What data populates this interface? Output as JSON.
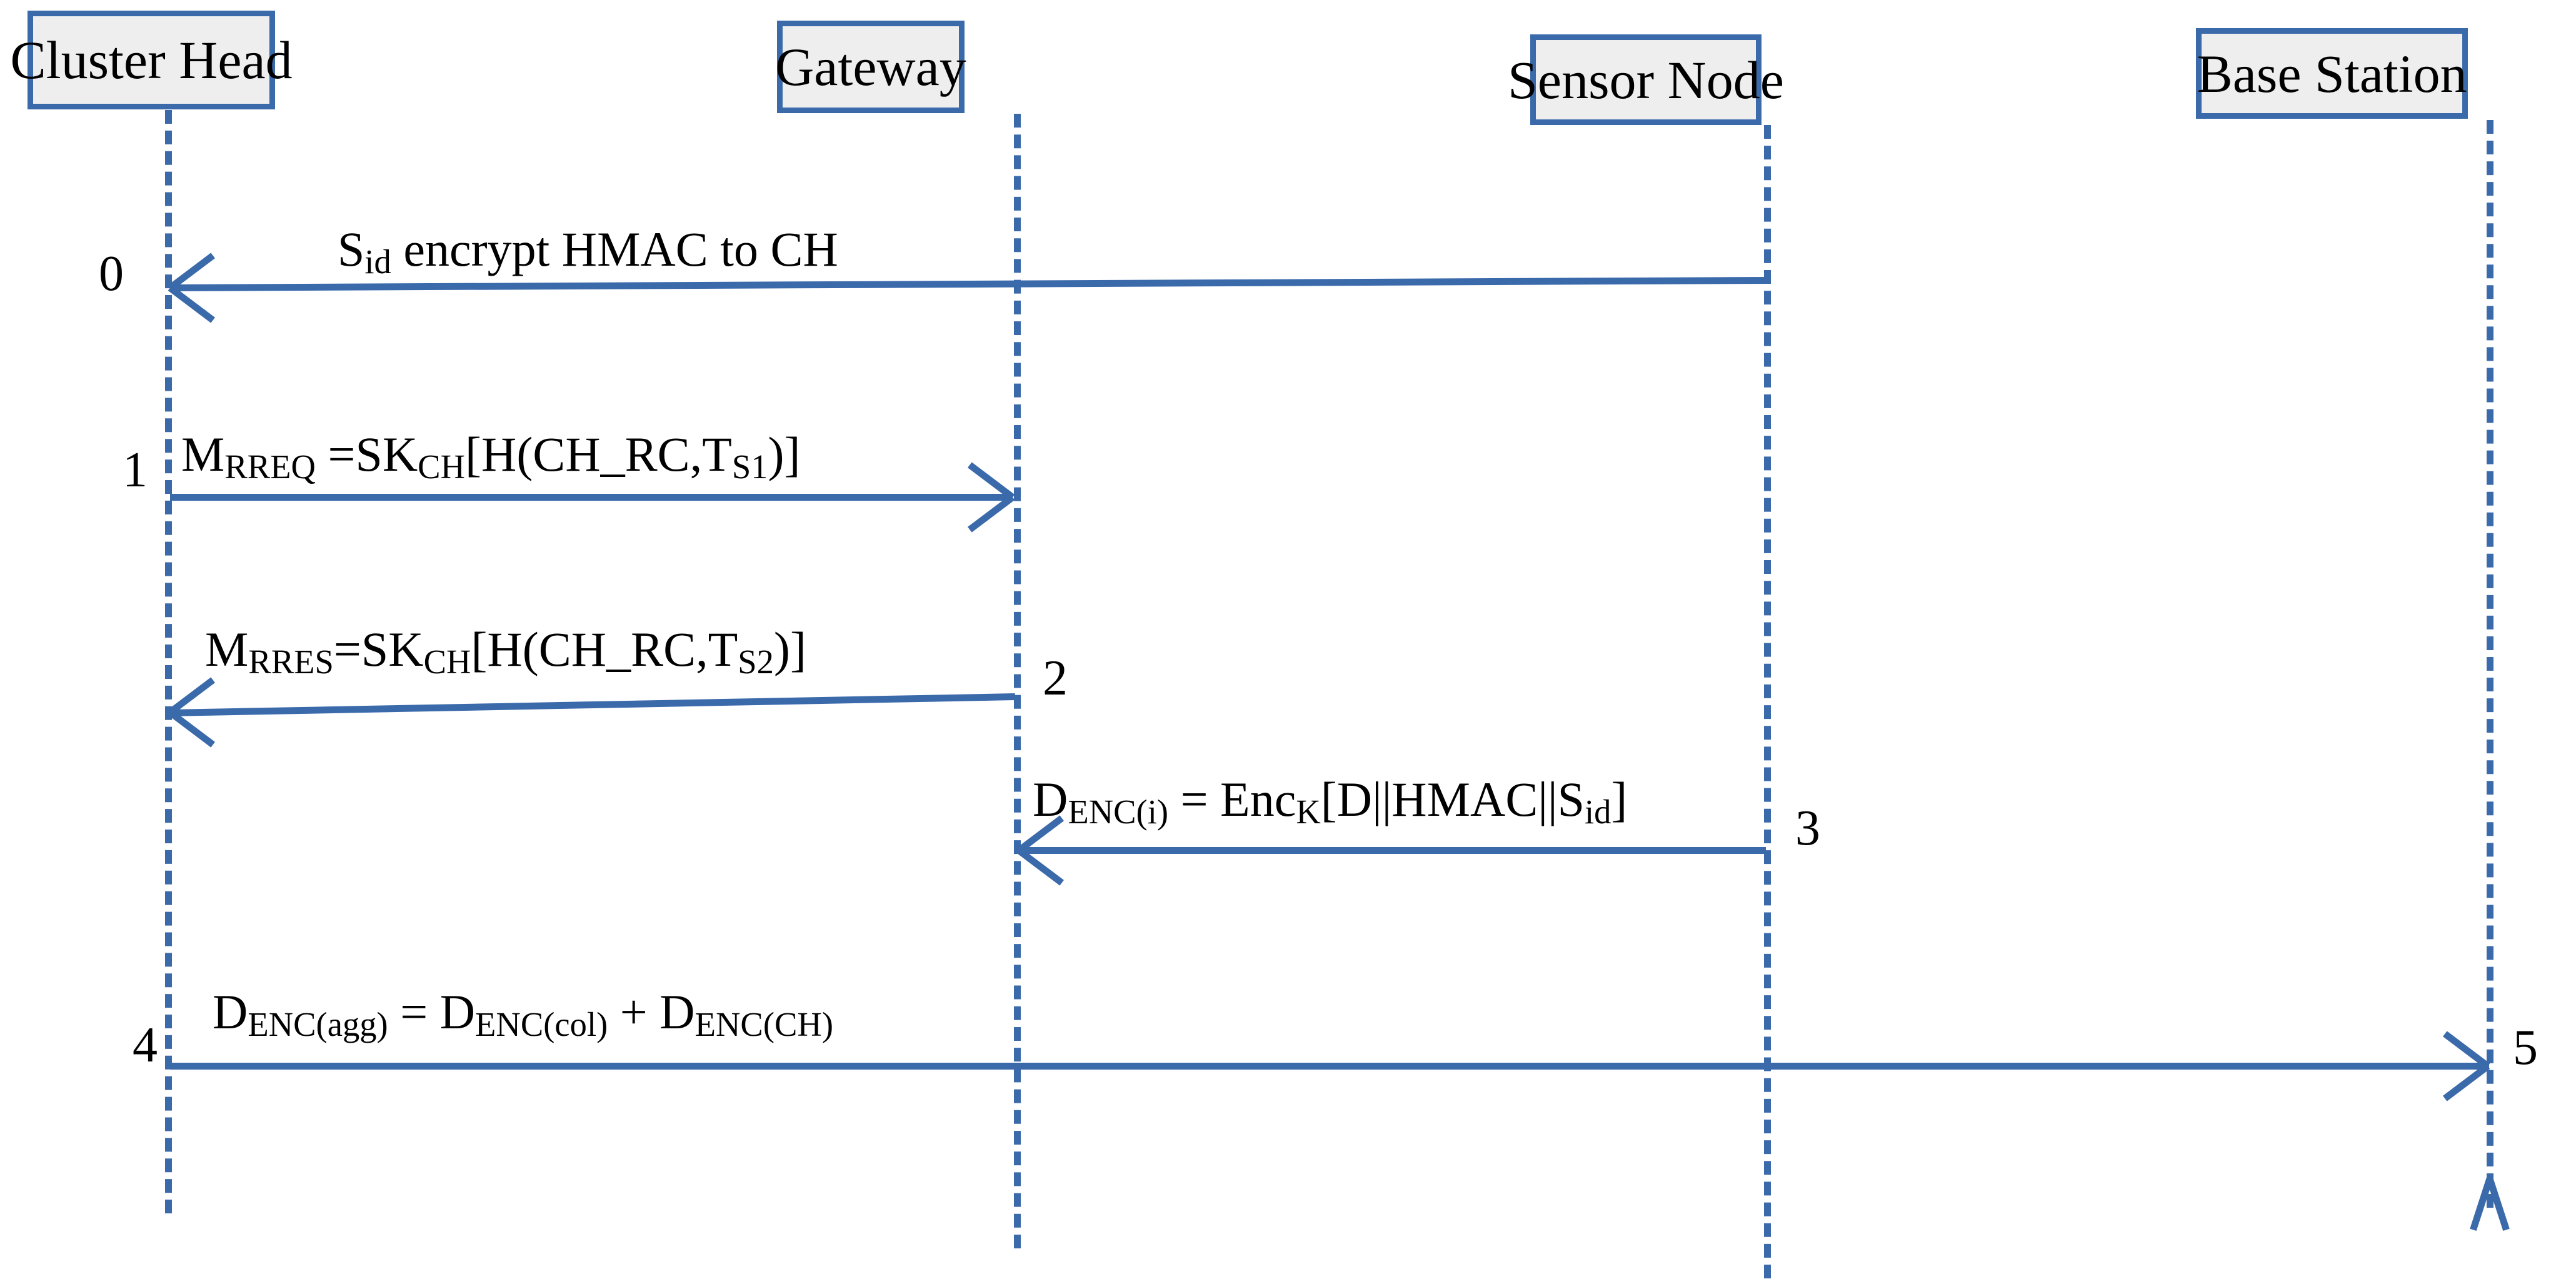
{
  "diagram": {
    "title": "WSN secure data aggregation sequence diagram",
    "accent_color": "#3b6aab",
    "box_fill_color": "#eeeeee",
    "text_color": "#000000",
    "background_color": "#ffffff"
  },
  "actors": [
    {
      "id": "cluster-head",
      "label": "Cluster Head"
    },
    {
      "id": "gateway",
      "label": "Gateway"
    },
    {
      "id": "sensor-node",
      "label": "Sensor Node"
    },
    {
      "id": "base-station",
      "label": "Base Station"
    }
  ],
  "messages": [
    {
      "seq": "0",
      "from": "sensor-node",
      "to": "cluster-head",
      "direction": "left",
      "label_parts": [
        {
          "t": "S",
          "sub": false
        },
        {
          "t": "id",
          "sub": true
        },
        {
          "t": "  encrypt HMAC to CH",
          "sub": false
        }
      ],
      "label_plain": "Sid  encrypt HMAC to CH"
    },
    {
      "seq": "1",
      "from": "cluster-head",
      "to": "gateway",
      "direction": "right",
      "label_parts": [
        {
          "t": "M",
          "sub": false
        },
        {
          "t": "RREQ",
          "sub": true
        },
        {
          "t": " =SK",
          "sub": false
        },
        {
          "t": "CH",
          "sub": true
        },
        {
          "t": "[H(CH_RC,T",
          "sub": false
        },
        {
          "t": "S1",
          "sub": true
        },
        {
          "t": ")]",
          "sub": false
        }
      ],
      "label_plain": "MRREQ =SKCH[H(CH_RC,TS1)]"
    },
    {
      "seq": "2",
      "from": "gateway",
      "to": "cluster-head",
      "direction": "left",
      "label_parts": [
        {
          "t": "M",
          "sub": false
        },
        {
          "t": "RRES",
          "sub": true
        },
        {
          "t": "=SK",
          "sub": false
        },
        {
          "t": "CH",
          "sub": true
        },
        {
          "t": "[H(CH_RC,T",
          "sub": false
        },
        {
          "t": "S2",
          "sub": true
        },
        {
          "t": ")]",
          "sub": false
        }
      ],
      "label_plain": "MRRES=SKCH[H(CH_RC,TS2)]"
    },
    {
      "seq": "3",
      "from": "sensor-node",
      "to": "gateway",
      "direction": "left",
      "label_parts": [
        {
          "t": "D",
          "sub": false
        },
        {
          "t": "ENC(i)",
          "sub": true
        },
        {
          "t": " = Enc",
          "sub": false
        },
        {
          "t": "K",
          "sub": true
        },
        {
          "t": "[D||HMAC||S",
          "sub": false
        },
        {
          "t": "id",
          "sub": true
        },
        {
          "t": "]",
          "sub": false
        }
      ],
      "label_plain": "DENC(i) = EncK[D||HMAC||Sid]"
    },
    {
      "seq": "4",
      "from": "cluster-head",
      "to": "base-station",
      "direction": "right",
      "label_parts": [
        {
          "t": "D",
          "sub": false
        },
        {
          "t": "ENC(agg)",
          "sub": true
        },
        {
          "t": " = D",
          "sub": false
        },
        {
          "t": "ENC(col)",
          "sub": true
        },
        {
          "t": " + D",
          "sub": false
        },
        {
          "t": "ENC(CH)",
          "sub": true
        }
      ],
      "label_plain": "DENC(agg) = DENC(col) + DENC(CH)"
    },
    {
      "seq": "5",
      "from": "base-station",
      "to": "base-station",
      "direction": "end",
      "label_parts": [],
      "label_plain": ""
    }
  ],
  "seq_numbers": [
    "0",
    "1",
    "2",
    "3",
    "4",
    "5"
  ]
}
